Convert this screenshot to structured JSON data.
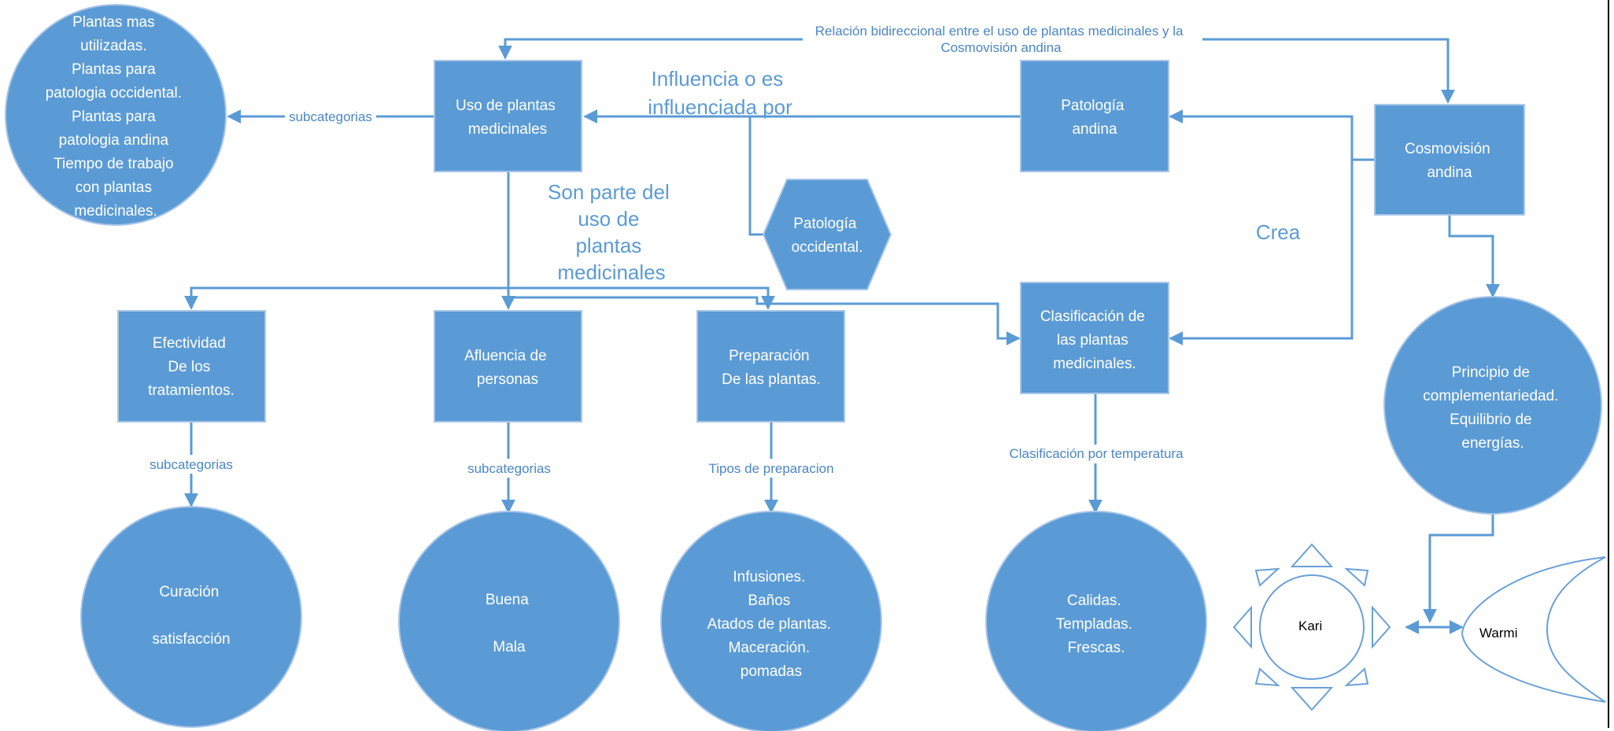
{
  "colors": {
    "node_fill": "#5b9bd5",
    "edge": "#5b9bd5",
    "label": "#4a86c5",
    "node_text": "#ffffff"
  },
  "nodes": {
    "plants_list": [
      "Plantas mas",
      "utilizadas.",
      "Plantas para",
      "patologia occidental.",
      "Plantas para",
      "patologia andina",
      "Tiempo de trabajo",
      "con plantas",
      "medicinales."
    ],
    "uso": [
      "Uso de plantas",
      "medicinales"
    ],
    "patologia_andina": [
      "Patología",
      "andina"
    ],
    "cosmovision": [
      "Cosmovisión",
      "andina"
    ],
    "patologia_occidental": [
      "Patología",
      "occidental."
    ],
    "efectividad": [
      "Efectividad",
      "De los",
      "tratamientos."
    ],
    "afluencia": [
      "Afluencia de",
      "personas"
    ],
    "preparacion": [
      "Preparación",
      "De las plantas."
    ],
    "clasificacion": [
      "Clasificación de",
      "las plantas",
      "medicinales."
    ],
    "principio": [
      "Principio de",
      "complementariedad.",
      "Equilibrio de",
      "energías."
    ],
    "curacion": [
      "Curación",
      "",
      "satisfacción"
    ],
    "buena_mala": [
      "Buena",
      "",
      "Mala"
    ],
    "infusiones": [
      "Infusiones.",
      "Baños",
      "Atados de plantas.",
      "Maceración.",
      "pomadas"
    ],
    "calidas": [
      "Calidas.",
      "Templadas.",
      "Frescas."
    ],
    "kari": "Kari",
    "warmi": "Warmi"
  },
  "edge_labels": {
    "relacion": [
      "Relación bidireccional entre el uso de plantas medicinales y la",
      "Cosmovisión andina"
    ],
    "subcategorias_top": "subcategorias",
    "influencia": [
      "Influencia o es",
      "influenciada por"
    ],
    "son_parte": [
      "Son parte del",
      "uso de",
      "plantas",
      "medicinales"
    ],
    "crea": "Crea",
    "subcategorias_efectividad": "subcategorias",
    "subcategorias_afluencia": "subcategorias",
    "tipos_preparacion": "Tipos de preparacion",
    "clasificacion_temperatura": "Clasificación por temperatura"
  }
}
